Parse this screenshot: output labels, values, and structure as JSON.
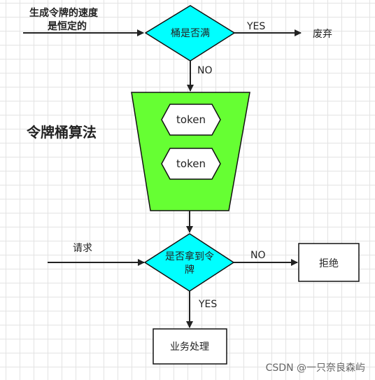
{
  "texts": {
    "token_rate_line1": "生成令牌的速度",
    "token_rate_line2": "是恒定的",
    "bucket_full_check": "桶是否满",
    "yes_discard": "YES",
    "discard": "废弃",
    "no_not_full": "NO",
    "algorithm_title": "令牌桶算法",
    "token_1": "token",
    "token_2": "token",
    "request": "请求",
    "get_token_check_line1": "是否拿到令",
    "get_token_check_line2": "牌",
    "no_reject": "NO",
    "reject": "拒绝",
    "yes_process": "YES",
    "business_process": "业务处理",
    "watermark": "CSDN @一只奈良森屿"
  },
  "colors": {
    "decision_fill": "#00ffff",
    "bucket_fill": "#66ff33",
    "token_fill": "#ffffff",
    "stroke": "#111111",
    "arrow": "#222222"
  }
}
